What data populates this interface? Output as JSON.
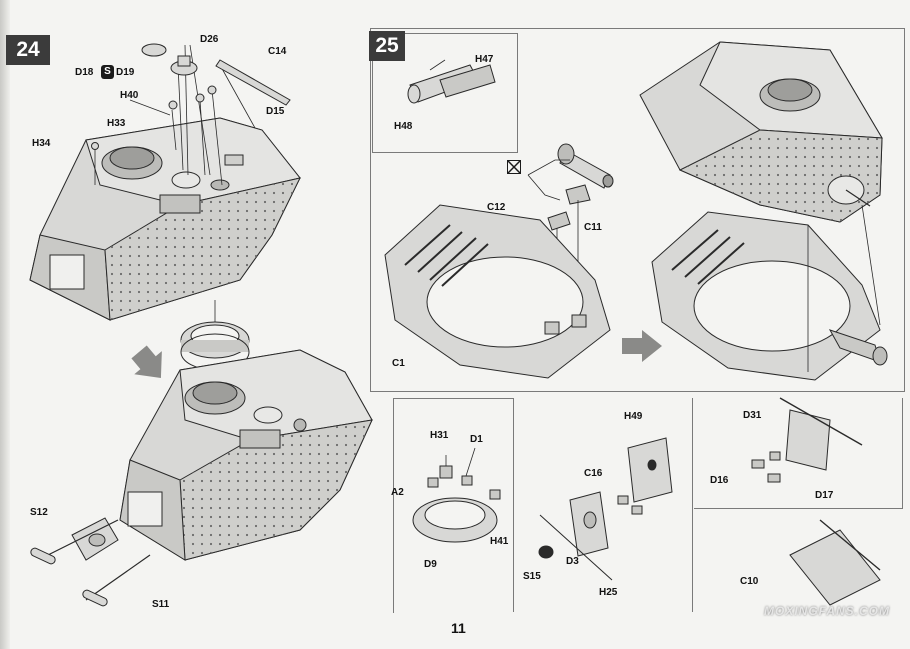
{
  "steps": [
    {
      "number": "24"
    },
    {
      "number": "25"
    }
  ],
  "labels": {
    "D26": "D26",
    "D18": "D18",
    "D19": "D19",
    "C14": "C14",
    "H40": "H40",
    "H33": "H33",
    "D15": "D15",
    "H34": "H34",
    "S12": "S12",
    "S11": "S11",
    "H47": "H47",
    "H48": "H48",
    "C12": "C12",
    "C11": "C11",
    "C1": "C1",
    "H31": "H31",
    "D1": "D1",
    "A2": "A2",
    "H41": "H41",
    "D9": "D9",
    "H49": "H49",
    "C16": "C16",
    "S15": "S15",
    "D3": "D3",
    "H25": "H25",
    "D31": "D31",
    "D16": "D16",
    "D17": "D17",
    "C10": "C10"
  },
  "symbols": {
    "cement_symbol": "S",
    "cut_symbol": "cross-box-icon"
  },
  "page_number": "11",
  "watermark": "MOXINGFANS.COM",
  "colors": {
    "badge": "#3b3b3b",
    "hull_fill": "#d8d8d6",
    "line": "#2a2a2a",
    "frame": "#7a7a7a"
  }
}
